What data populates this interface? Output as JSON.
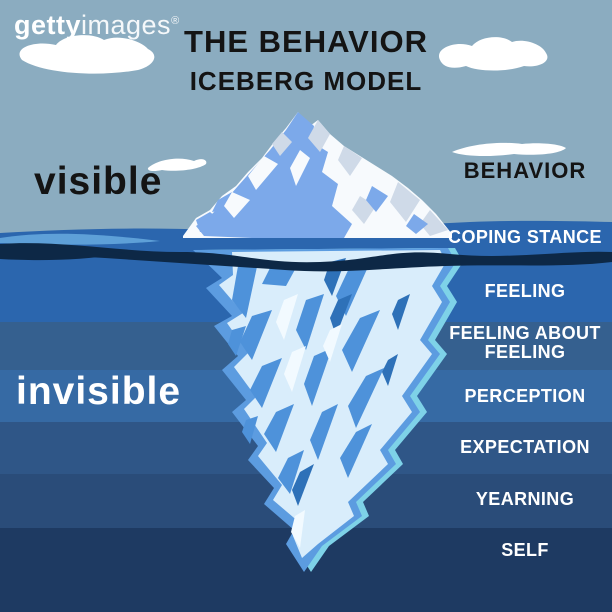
{
  "watermark": {
    "brand_bold": "getty",
    "brand_regular": "images",
    "registered_mark": "®"
  },
  "title": {
    "line1": "THE BEHAVIOR",
    "line2": "ICEBERG MODEL"
  },
  "zone_labels": {
    "visible": "visible",
    "invisible": "invisible"
  },
  "level_labels": [
    {
      "text": "BEHAVIOR",
      "zone": "visible",
      "text_color": "#141414"
    },
    {
      "text": "COPING STANCE",
      "zone": "invisible",
      "text_color": "#ffffff"
    },
    {
      "text": "FEELING",
      "zone": "invisible",
      "text_color": "#ffffff"
    },
    {
      "text": "FEELING ABOUT FEELING",
      "zone": "invisible",
      "text_color": "#ffffff"
    },
    {
      "text": "PERCEPTION",
      "zone": "invisible",
      "text_color": "#ffffff"
    },
    {
      "text": "EXPECTATION",
      "zone": "invisible",
      "text_color": "#ffffff"
    },
    {
      "text": "YEARNING",
      "zone": "invisible",
      "text_color": "#ffffff"
    },
    {
      "text": "SELF",
      "zone": "invisible",
      "text_color": "#ffffff"
    }
  ],
  "colors": {
    "sky": "#8BACC0",
    "title_text": "#141414",
    "ocean_surface": "#2B66AE",
    "wave_shadow": "#0D2846",
    "surface_highlight": "#5EA0D8",
    "depth_bands": [
      "#35608F",
      "#366AA4",
      "#2F5687",
      "#2A4C79",
      "#1E3A62"
    ],
    "iceberg_above_white": "#F7FAFD",
    "iceberg_above_blue": "#7CA9EA",
    "iceberg_above_gray": "#CFDAE8",
    "iceberg_below_body": "#D9EDFB",
    "iceberg_below_blue_edge": "#5C9CE0",
    "iceberg_below_spike": "#4E92DA",
    "iceberg_below_dark_spike": "#2E71B8",
    "iceberg_teal_edge": "#7ED2E8",
    "iceberg_cap_cyan": "#A3E5F0",
    "cloud": "#FFFFFF"
  }
}
